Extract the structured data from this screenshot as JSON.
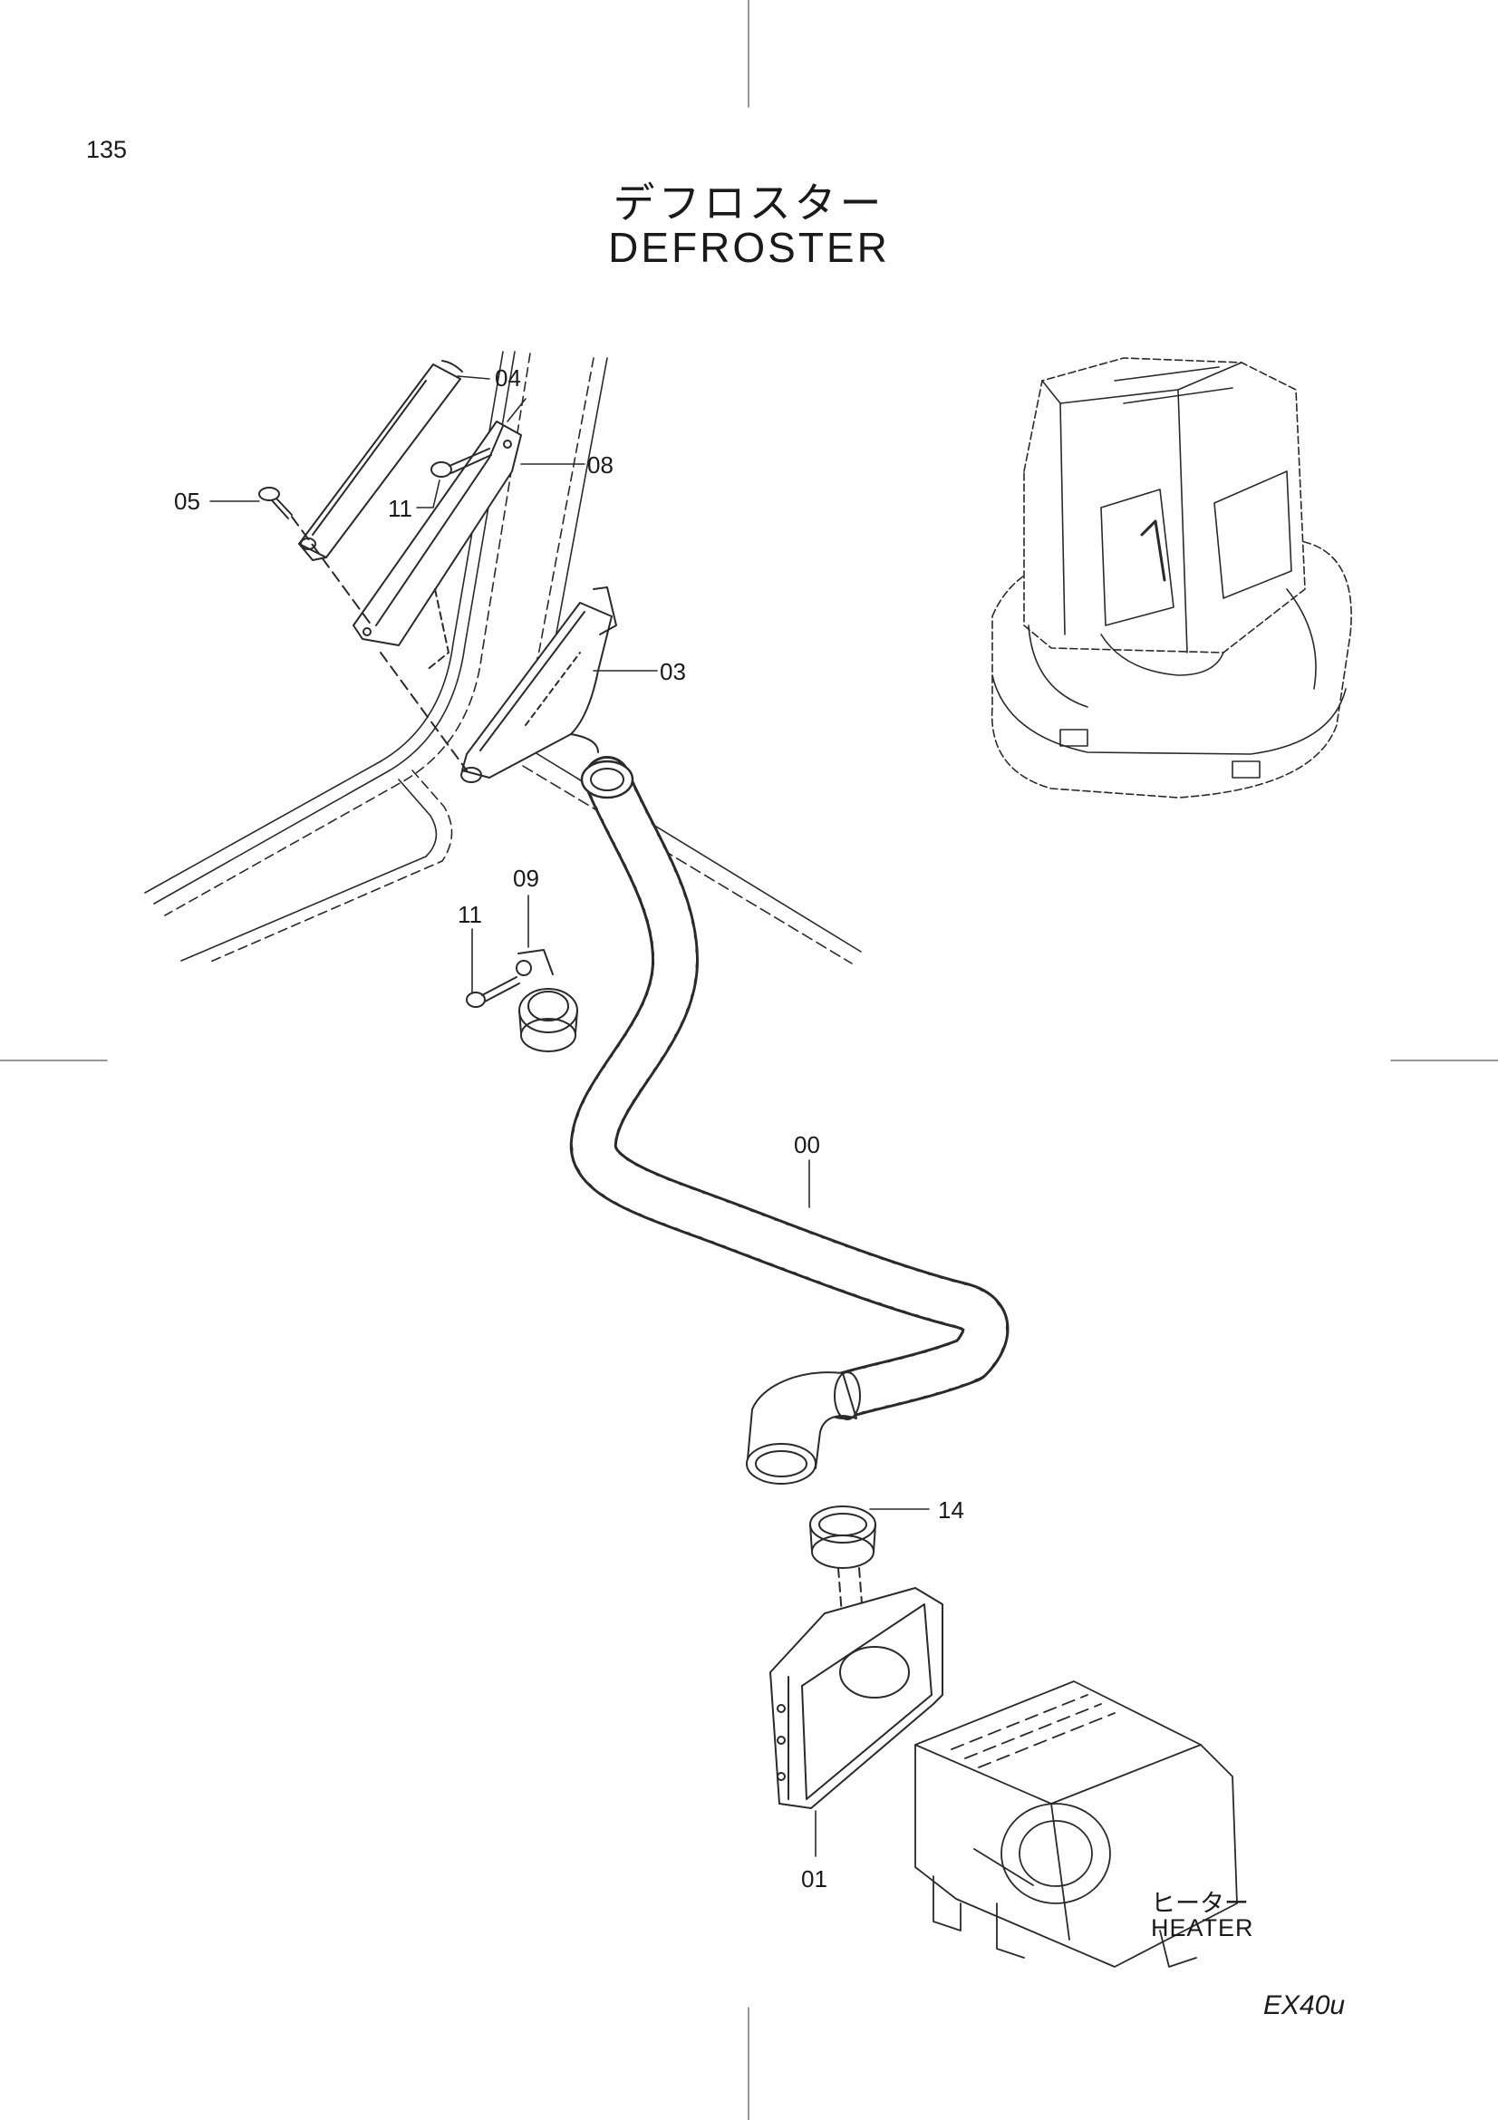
{
  "page": {
    "number": "135",
    "title_jp": "デフロスター",
    "title_en": "DEFROSTER",
    "model": "EX40u"
  },
  "callouts": {
    "c04": "04",
    "c08": "08",
    "c05": "05",
    "c11a": "11",
    "c03": "03",
    "c09": "09",
    "c11b": "11",
    "c00": "00",
    "c14": "14",
    "c01": "01"
  },
  "heater": {
    "label_jp": "ヒーター",
    "label_en": "HEATER"
  },
  "colors": {
    "line": "#2a2a2a",
    "background": "#ffffff"
  }
}
